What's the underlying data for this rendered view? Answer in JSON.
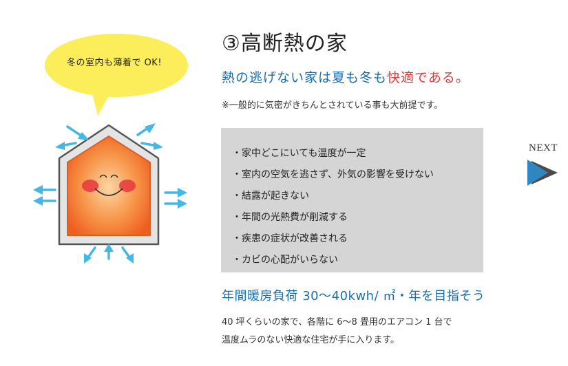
{
  "speech_bubble": {
    "text": "冬の室内も薄着で OK!"
  },
  "title": "③高断熱の家",
  "subtitle": {
    "part_blue": "熱の逃げない家は夏も冬も",
    "part_red": "快適である。"
  },
  "note": "※一般的に気密がきちんとされている事も大前提です。",
  "benefits": [
    "・家中どこにいても温度が一定",
    "・室内の空気を逃さず、外気の影響を受けない",
    "・結露が起きない",
    "・年間の光熱費が削減する",
    "・疾患の症状が改善される",
    "・カビの心配がいらない"
  ],
  "goal": "年間暖房負荷 30〜40kwh/ ㎡・年を目指そう",
  "body_lines": [
    "40 坪くらいの家で、各階に 6〜8 畳用のエアコン 1 台で",
    "温度ムラのない快適な住宅が手に入ります。"
  ],
  "next": {
    "label": "NEXT"
  },
  "colors": {
    "bubble": "#fbee5a",
    "house_outline": "#555555",
    "house_wall": "#e4e4e4",
    "interior_orange": "#f06a2a",
    "arrow_cyan": "#45b7e5",
    "box_gray": "#d5d5d5",
    "accent_blue": "#1a6fb0",
    "accent_red": "#e53a3a",
    "next_blue": "#2f87c2",
    "next_dark": "#4a4a4a"
  }
}
